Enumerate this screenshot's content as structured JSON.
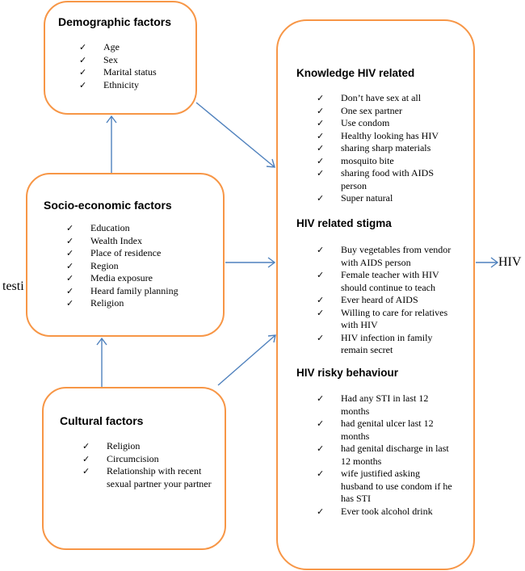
{
  "demographic": {
    "title": "Demographic factors",
    "items": [
      "Age",
      "Sex",
      "Marital status",
      "Ethnicity"
    ]
  },
  "socio": {
    "title": "Socio-economic factors",
    "items": [
      "Education",
      "Wealth Index",
      "Place of residence",
      "Region",
      "Media exposure",
      "Heard family planning",
      "Religion"
    ]
  },
  "cultural": {
    "title": "Cultural factors",
    "items": [
      "Religion",
      "Circumcision",
      "Relationship with recent sexual partner your partner"
    ]
  },
  "knowledge": {
    "title": "Knowledge HIV related",
    "items": [
      "Don’t have sex at all",
      "One sex partner",
      "Use condom",
      "Healthy looking has HIV",
      "sharing sharp materials",
      "mosquito bite",
      "sharing food with AIDS person",
      "Super natural"
    ]
  },
  "stigma": {
    "title": "HIV related stigma",
    "items": [
      "Buy vegetables from vendor with AIDS person",
      "Female teacher with HIV should continue to teach",
      "Ever heard of AIDS",
      "Willing to care for relatives with HIV",
      "HIV infection in family remain secret"
    ]
  },
  "risky": {
    "title": "HIV risky behaviour",
    "items": [
      "Had any STI in last 12 months",
      "had genital ulcer last 12 months",
      "had genital discharge in last 12 months",
      "wife justified asking husband to use condom if he has STI",
      "Ever took alcohol drink"
    ]
  },
  "outcome": "HIV",
  "side_label": "testi",
  "tick_glyph": "✓",
  "colors": {
    "box_border": "#f79646",
    "arrow": "#4f81bd"
  }
}
